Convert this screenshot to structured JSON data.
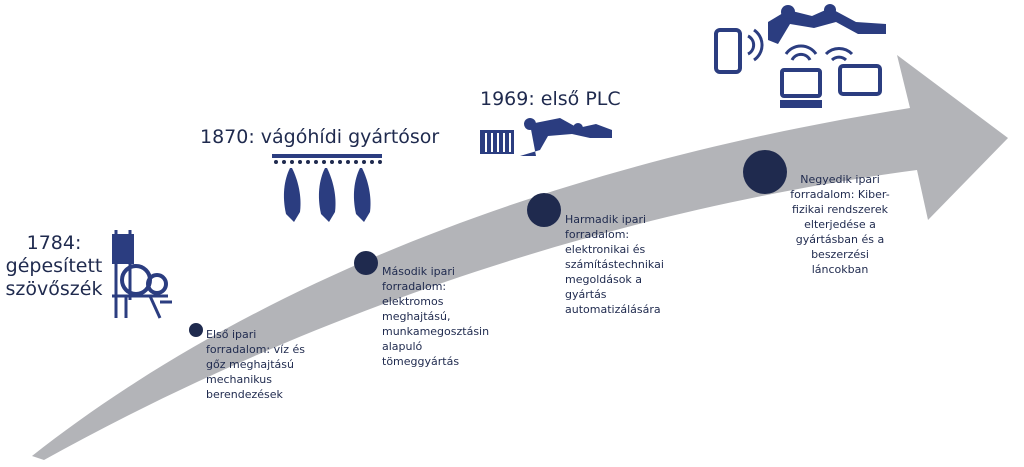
{
  "milestones": [
    {
      "title_lines": [
        "1784:",
        "gépesített",
        "szövőszék"
      ],
      "icon": "loom-icon",
      "description_lines": [
        "Első ipari",
        "forradalom: víz és",
        "gőz meghajtású",
        "mechanikus",
        "berendezések"
      ]
    },
    {
      "title": "1870: vágóhídi gyártósor",
      "icon": "slaughterhouse-line-icon",
      "description_lines": [
        "Második ipari",
        "forradalom:",
        "elektromos",
        "meghajtású,",
        "munkamegosztásin",
        "alapuló",
        "tömeggyártás"
      ]
    },
    {
      "title": "1969: első PLC",
      "icon": "plc-robot-arm-icon",
      "description_lines": [
        "Harmadik ipari",
        "forradalom:",
        "elektronikai és",
        "számítástechnikai",
        "megoldások a",
        "gyártás",
        "automatizálására"
      ]
    },
    {
      "icon": "connected-devices-robot-icon",
      "description_lines": [
        "Negyedik ipari",
        "forradalom: Kiber-",
        "fizikai rendszerek",
        "elterjedése a",
        "gyártásban és a",
        "beszerzési",
        "láncokban"
      ]
    }
  ],
  "colors": {
    "arrow": "#b3b4b8",
    "navy": "#1f2a4e",
    "icon_navy": "#2b3d80"
  }
}
